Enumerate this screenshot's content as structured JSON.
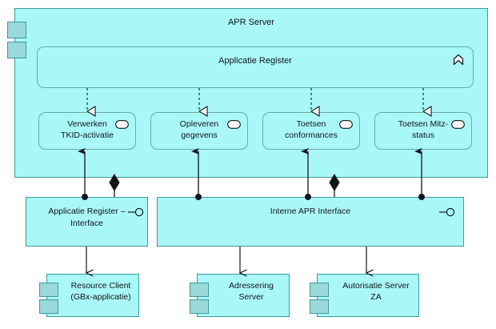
{
  "diagram": {
    "title": "APR Server architecture diagram",
    "colors": {
      "fill": "#aaf7f7",
      "tab_fill": "#9ad9d9",
      "border": "#3c9a9a",
      "soft_border": "#6aa8a8",
      "text": "#10161c",
      "background": "#ffffff"
    }
  },
  "apr_server": {
    "label": "APR Server",
    "icons": [
      "component-tab-icon",
      "component-tab-icon"
    ]
  },
  "app_register": {
    "label": "Applicatie Register",
    "icon": "chevron-up-icon"
  },
  "functions": [
    {
      "label": "Verwerken\nTKID-activatie",
      "line1": "Verwerken",
      "line2": "TKID-activatie",
      "icon": "rounded-rect-service-icon"
    },
    {
      "label": "Opleveren\ngegevens",
      "line1": "Opleveren",
      "line2": "gegevens",
      "icon": "rounded-rect-service-icon"
    },
    {
      "label": "Toetsen\nconformances",
      "line1": "Toetsen",
      "line2": "conformances",
      "icon": "rounded-rect-service-icon"
    },
    {
      "label": "Toetsen Mitz-\nstatus",
      "line1": "Toetsen Mitz-",
      "line2": "status",
      "icon": "rounded-rect-service-icon"
    }
  ],
  "interfaces": [
    {
      "line1": "Applicatie Register –",
      "line2": "Interface",
      "icon": "lollipop-socket-icon"
    },
    {
      "line1": "Interne APR Interface",
      "line2": "",
      "icon": "lollipop-socket-icon"
    }
  ],
  "components": [
    {
      "line1": "Resource Client",
      "line2": "(GBx-applicatie)",
      "icons": [
        "component-tab-icon",
        "component-tab-icon"
      ]
    },
    {
      "line1": "Adressering",
      "line2": "Server",
      "icons": [
        "component-tab-icon",
        "component-tab-icon"
      ]
    },
    {
      "line1": "Autorisatie Server",
      "line2": "ZA",
      "icons": [
        "component-tab-icon",
        "component-tab-icon"
      ]
    }
  ],
  "connectors": {
    "realization_label": "realization (dashed, hollow triangle)",
    "usage_label": "usage (solid, filled arrow)",
    "composition_label": "composition (filled diamond)",
    "count_realizations": 4,
    "count_usages": 4,
    "count_compositions": 2,
    "count_assignments": 3
  }
}
